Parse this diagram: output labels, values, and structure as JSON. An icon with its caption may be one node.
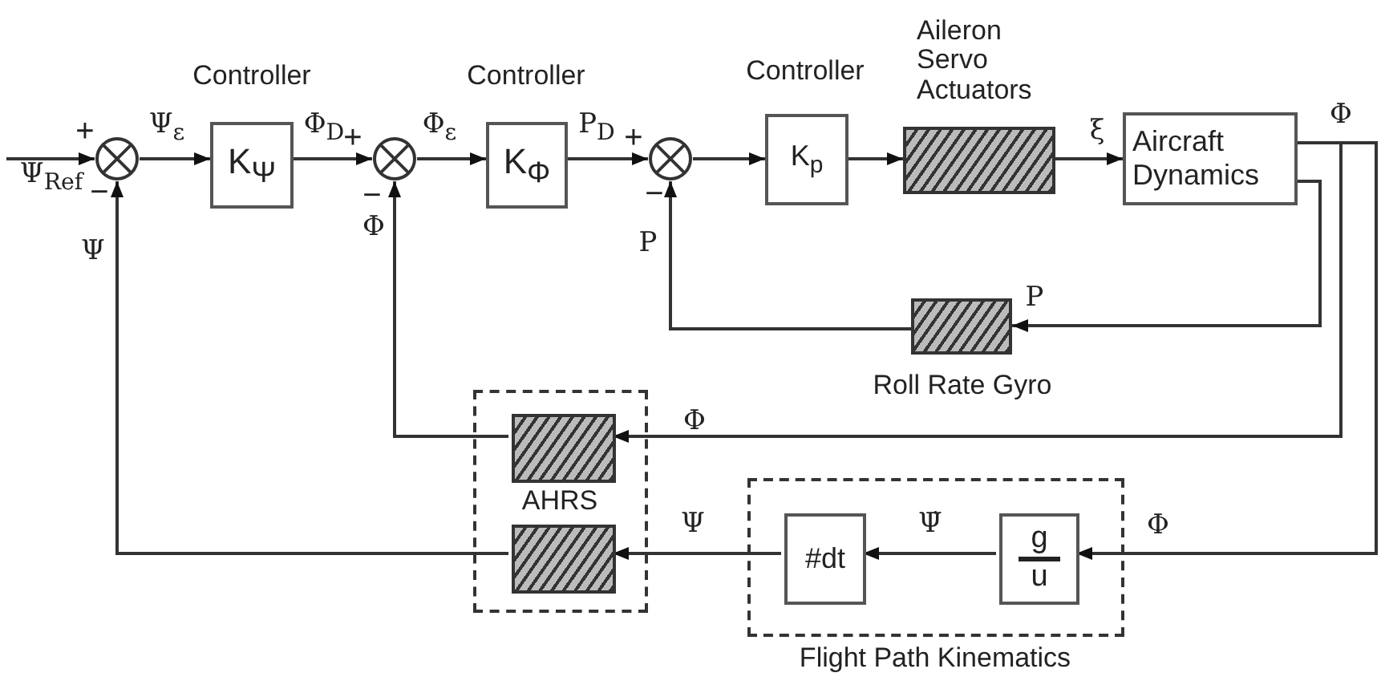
{
  "diagram": {
    "nodes": [
      {
        "text": [],
        "shape": "circle"
      },
      {
        "text": [
          "K$_{Ψ}$"
        ],
        "beside": [
          "Controller"
        ]
      },
      {
        "text": [],
        "shape": "circle"
      },
      {
        "text": [
          "K$_{Φ}$"
        ],
        "beside": [
          "Controller"
        ]
      },
      {
        "text": [],
        "shape": "circle"
      },
      {
        "text": [
          "K$_{p}$"
        ],
        "beside": [
          "Controller"
        ]
      },
      {
        "text": [],
        "shape": "box",
        "beside": [
          "Aileron Servo Actuators"
        ]
      },
      {
        "text": [
          "Aircraft Dynamics"
        ]
      },
      {
        "text": [],
        "shape": "box",
        "beside": [
          "Roll Rate Gyro"
        ]
      },
      {
        "text": [
          "AHRS"
        ]
      },
      {
        "text": [],
        "shape": "box",
        "in": 9
      },
      {
        "text": [],
        "shape": "box",
        "in": 9
      },
      {
        "text": [
          "Flight Path Kinematics"
        ]
      },
      {
        "text": [
          "#dt"
        ],
        "in": 12
      },
      {
        "text": [
          "g",
          "u"
        ],
        "in": 12
      }
    ],
    "edges": [
      {
        "from": null,
        "to": 0,
        "arrow": "to",
        "label": "Ψ$_{Ref}$"
      },
      {
        "from": 0,
        "to": 1,
        "arrow": "to",
        "label": "Ψ$_{ε}$"
      },
      {
        "from": 1,
        "to": 2,
        "arrow": "to",
        "label": "Φ$_{D}$"
      },
      {
        "from": 2,
        "to": 3,
        "arrow": "to",
        "label": "Φ$_{ε}$"
      },
      {
        "from": 3,
        "to": 4,
        "arrow": "to",
        "label": "P$_{D}$"
      },
      {
        "from": 4,
        "to": 5,
        "arrow": "to"
      },
      {
        "from": 5,
        "to": 6,
        "arrow": "to"
      },
      {
        "from": 6,
        "to": 7,
        "arrow": "to",
        "label": "ξ"
      },
      {
        "from": 7,
        "to": 8,
        "arrow": "to",
        "label": "P"
      },
      {
        "from": 8,
        "to": 4,
        "arrow": "to",
        "label": "P"
      },
      {
        "from": 7,
        "to": 10,
        "arrow": "to",
        "label": "Φ"
      },
      {
        "from": 10,
        "to": 2,
        "arrow": "to",
        "label": "Φ"
      },
      {
        "from": 7,
        "to": 14,
        "arrow": "to",
        "label": "Φ"
      },
      {
        "from": 14,
        "to": 13,
        "arrow": "to",
        "label": "Ψ̇"
      },
      {
        "from": 13,
        "to": 11,
        "arrow": "to",
        "label": "Ψ"
      },
      {
        "from": 11,
        "to": 0,
        "arrow": "to",
        "label": "Ψ"
      }
    ],
    "labels": [
      "+",
      "−",
      "+",
      "−",
      "+",
      "−",
      "Φ"
    ]
  }
}
